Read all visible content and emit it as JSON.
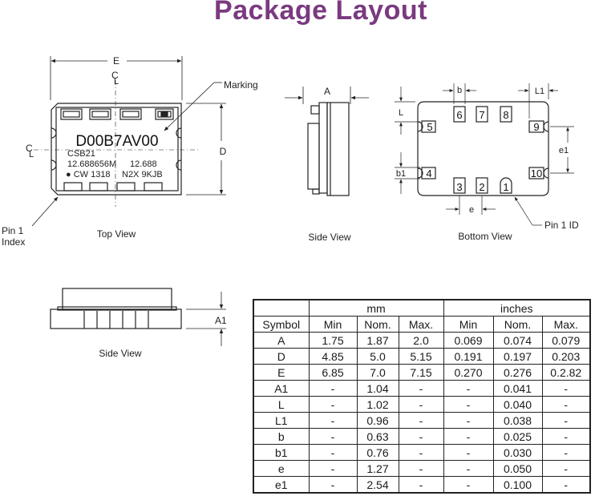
{
  "title": "Package Layout",
  "top_view": {
    "caption": "Top View",
    "dim_e": "E",
    "dim_d": "D",
    "centerline_mark": "C",
    "centerline_sub": "L",
    "marking_label": "Marking",
    "pin1_index_line1": "Pin 1",
    "pin1_index_line2": "Index",
    "marking_line1": "D00B7AV00",
    "marking_line2": "CSB21",
    "marking_line3a": "12.688656M",
    "marking_line3b": "12.688",
    "marking_line4a": "● CW 1318",
    "marking_line4b": "N2X 9KJB"
  },
  "side_view_1": {
    "caption": "Side View",
    "dim_a": "A"
  },
  "bottom_view": {
    "caption": "Bottom View",
    "pin1_id": "Pin 1 ID",
    "dim_b": "b",
    "dim_l1": "L1",
    "dim_l": "L",
    "dim_b1": "b1",
    "dim_e1": "e1",
    "dim_e": "e",
    "pins": [
      "1",
      "2",
      "3",
      "4",
      "5",
      "6",
      "7",
      "8",
      "9",
      "10"
    ]
  },
  "side_view_2": {
    "caption": "Side View",
    "dim_a1": "A1"
  },
  "table": {
    "group_mm": "mm",
    "group_inches": "inches",
    "headers": [
      "Symbol",
      "Min",
      "Nom.",
      "Max.",
      "Min",
      "Nom.",
      "Max."
    ],
    "rows": [
      [
        "A",
        "1.75",
        "1.87",
        "2.0",
        "0.069",
        "0.074",
        "0.079"
      ],
      [
        "D",
        "4.85",
        "5.0",
        "5.15",
        "0.191",
        "0.197",
        "0.203"
      ],
      [
        "E",
        "6.85",
        "7.0",
        "7.15",
        "0.270",
        "0.276",
        "0.2.82"
      ],
      [
        "A1",
        "-",
        "1.04",
        "-",
        "-",
        "0.041",
        "-"
      ],
      [
        "L",
        "-",
        "1.02",
        "-",
        "-",
        "0.040",
        "-"
      ],
      [
        "L1",
        "-",
        "0.96",
        "-",
        "-",
        "0.038",
        "-"
      ],
      [
        "b",
        "-",
        "0.63",
        "-",
        "-",
        "0.025",
        "-"
      ],
      [
        "b1",
        "-",
        "0.76",
        "-",
        "-",
        "0.030",
        "-"
      ],
      [
        "e",
        "-",
        "1.27",
        "-",
        "-",
        "0.050",
        "-"
      ],
      [
        "e1",
        "-",
        "2.54",
        "-",
        "-",
        "0.100",
        "-"
      ]
    ]
  }
}
